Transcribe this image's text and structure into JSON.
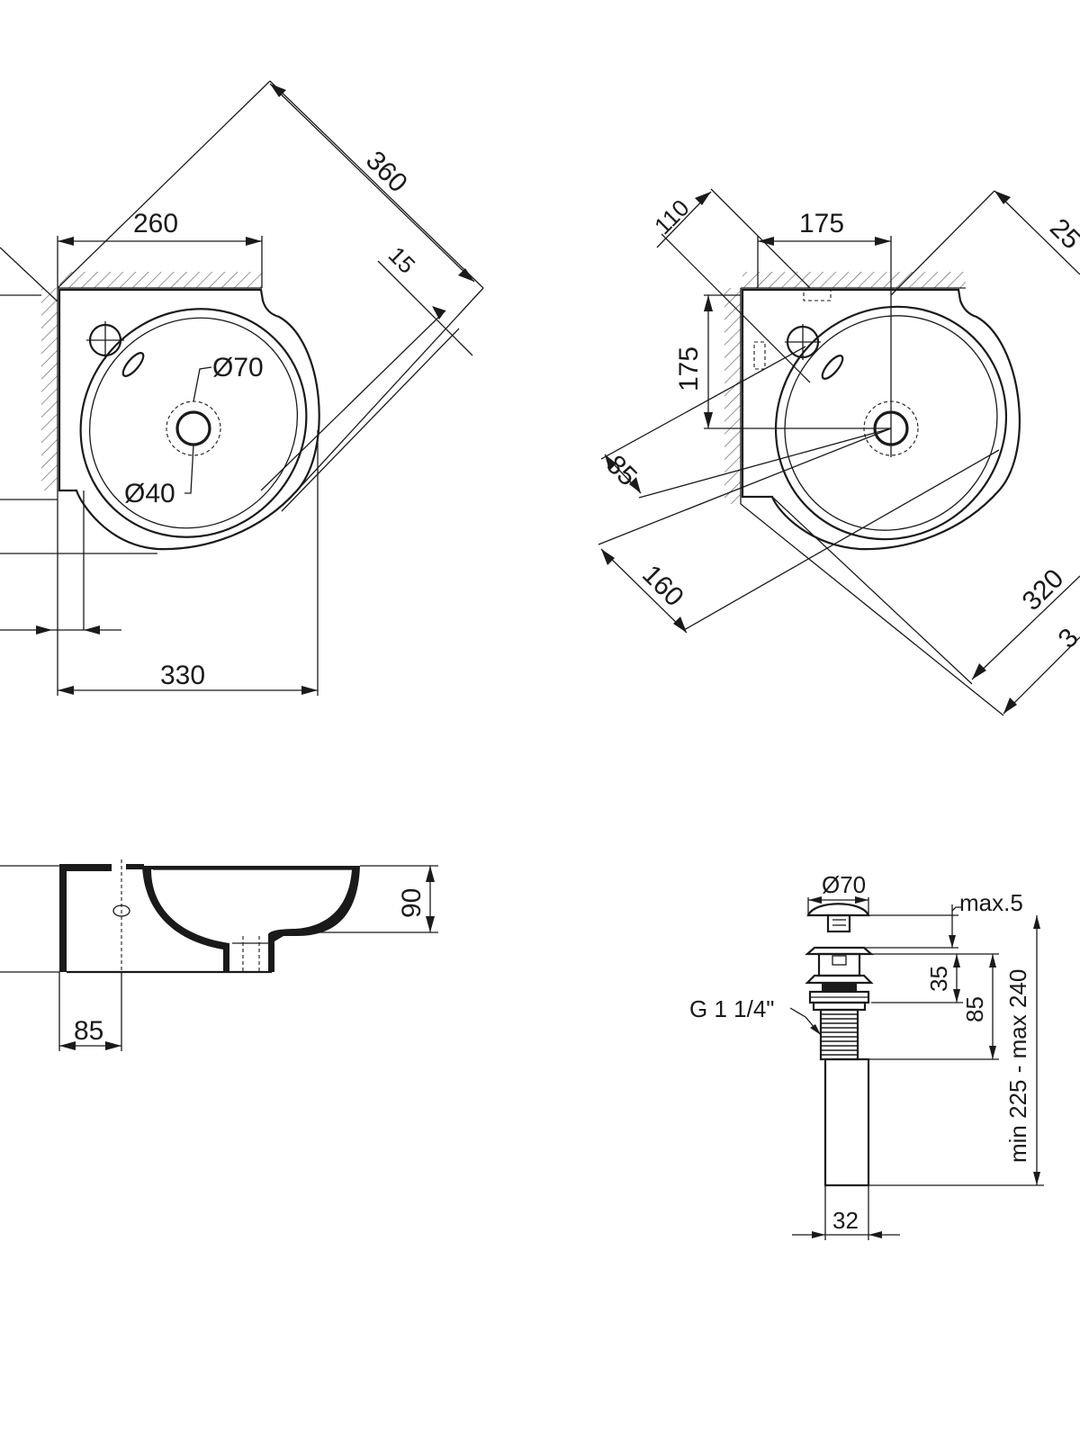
{
  "top_left_view": {
    "dim_360": "360",
    "dim_260": "260",
    "dim_15": "15",
    "dim_d70": "Ø70",
    "dim_d40": "Ø40",
    "dim_330": "330"
  },
  "top_right_view": {
    "dim_110": "110",
    "dim_175_top": "175",
    "dim_25x": "25",
    "dim_175_side": "175",
    "dim_85": "85",
    "dim_160": "160",
    "dim_320": "320",
    "dim_3x": "3"
  },
  "side_view": {
    "dim_90": "90",
    "dim_85": "85"
  },
  "drain_view": {
    "dim_d70": "Ø70",
    "dim_max5": "max.5",
    "dim_35": "35",
    "dim_85": "85",
    "dim_thread": "G 1 1/4\"",
    "dim_range": "min 225 - max 240",
    "dim_32": "32"
  }
}
